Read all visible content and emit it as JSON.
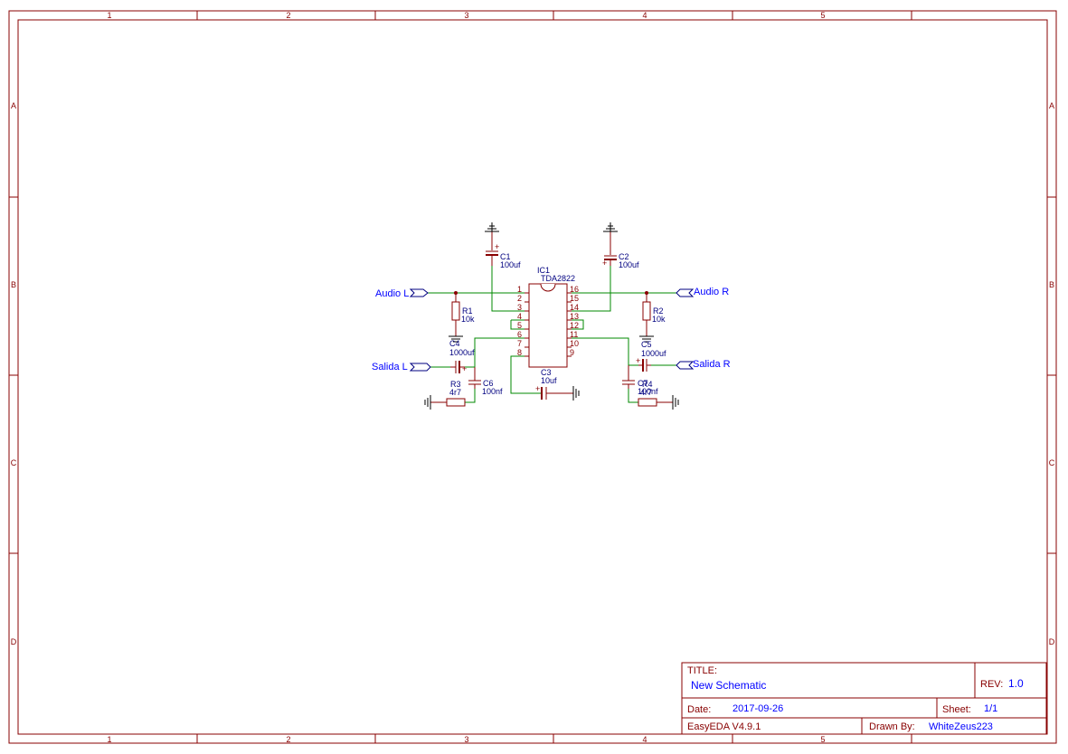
{
  "sheet": {
    "zone_columns": [
      "1",
      "2",
      "3",
      "4",
      "5"
    ],
    "zone_rows": [
      "A",
      "B",
      "C",
      "D"
    ]
  },
  "title_block": {
    "title_label": "TITLE:",
    "title": "New Schematic",
    "rev_label": "REV:",
    "rev": "1.0",
    "date_label": "Date:",
    "date": "2017-09-26",
    "sheet_label": "Sheet:",
    "sheet": "1/1",
    "software": "EasyEDA V4.9.1",
    "drawn_by_label": "Drawn By:",
    "drawn_by": "WhiteZeus223"
  },
  "ic": {
    "designator": "IC1",
    "value": "TDA2822",
    "left_pins": [
      "1",
      "2",
      "3",
      "4",
      "5",
      "6",
      "7",
      "8"
    ],
    "right_pins": [
      "16",
      "15",
      "14",
      "13",
      "12",
      "11",
      "10",
      "9"
    ]
  },
  "components": {
    "c1": {
      "designator": "C1",
      "value": "100uf"
    },
    "c2": {
      "designator": "C2",
      "value": "100uf"
    },
    "c3": {
      "designator": "C3",
      "value": "10uf"
    },
    "c4": {
      "designator": "C4",
      "value": "1000uf"
    },
    "c5": {
      "designator": "C5",
      "value": "1000uf"
    },
    "c6": {
      "designator": "C6",
      "value": "100nf"
    },
    "c7": {
      "designator": "C7",
      "value": "100nf"
    },
    "r1": {
      "designator": "R1",
      "value": "10k"
    },
    "r2": {
      "designator": "R2",
      "value": "10k"
    },
    "r3": {
      "designator": "R3",
      "value": "4r7"
    },
    "r4": {
      "designator": "R4",
      "value": "4r7"
    }
  },
  "net_labels": {
    "audio_l": "Audio L",
    "audio_r": "Audio R",
    "salida_l": "Salida L",
    "salida_r": "Salida R"
  },
  "colors": {
    "frame": "#880000",
    "wire": "#008800",
    "designator": "#000080",
    "net_label": "#0000ff"
  }
}
